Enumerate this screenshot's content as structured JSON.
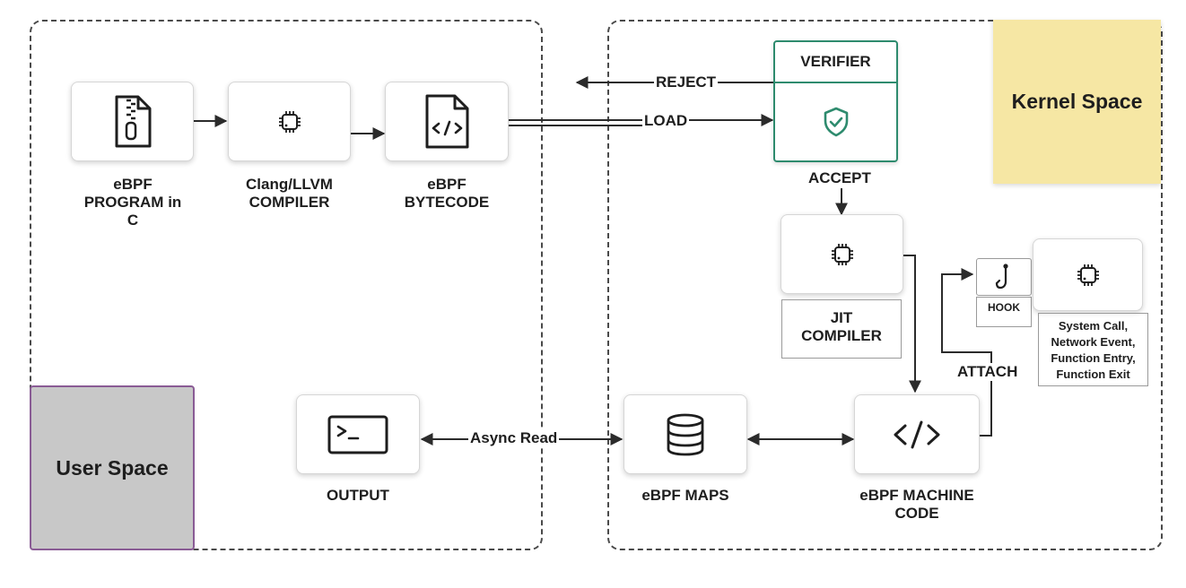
{
  "regions": {
    "user_space": "User Space",
    "kernel_space": "Kernel Space"
  },
  "nodes": {
    "program": "eBPF\nPROGRAM in\nC",
    "compiler": "Clang/LLVM\nCOMPILER",
    "bytecode": "eBPF\nBYTECODE",
    "verifier": "VERIFIER",
    "jit": "JIT\nCOMPILER",
    "hook": "HOOK",
    "events": "System Call,\nNetwork Event,\nFunction Entry,\nFunction Exit",
    "machine_code": "eBPF MACHINE\nCODE",
    "maps": "eBPF MAPS",
    "output": "OUTPUT"
  },
  "edges": {
    "reject": "REJECT",
    "load": "LOAD",
    "accept": "ACCEPT",
    "attach": "ATTACH",
    "async_read": "Async Read"
  },
  "colors": {
    "verifier_accent": "#2e8b6e",
    "kernel_badge": "#f6e7a4",
    "user_badge": "#c8c8c8",
    "user_badge_border": "#8a5c95"
  }
}
